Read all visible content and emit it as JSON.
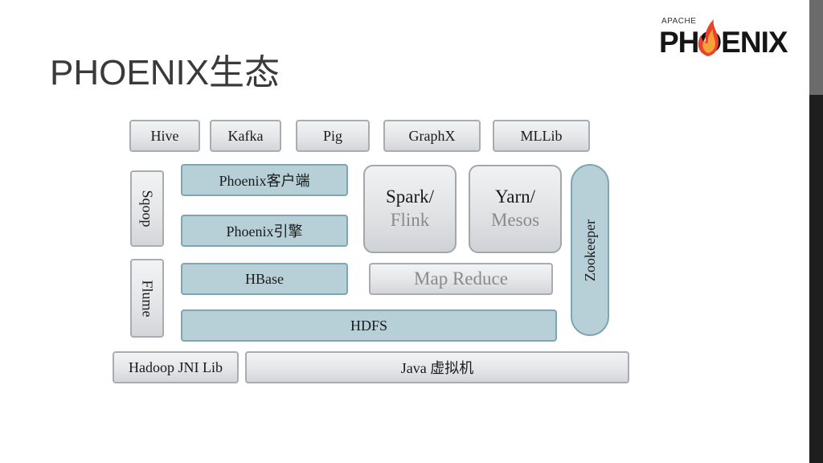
{
  "slide": {
    "title": "PHOENIX生态"
  },
  "logo": {
    "apache": "APACHE",
    "word": "PHOENIX"
  },
  "diagram": {
    "top_row": [
      "Hive",
      "Kafka",
      "Pig",
      "GraphX",
      "MLLib"
    ],
    "sqoop": "Sqoop",
    "flume": "Flume",
    "phoenix_client": "Phoenix客户端",
    "phoenix_engine": "Phoenix引擎",
    "hbase": "HBase",
    "hdfs": "HDFS",
    "spark_line1": "Spark/",
    "spark_line2": "Flink",
    "yarn_line1": "Yarn/",
    "yarn_line2": "Mesos",
    "map_reduce": "Map Reduce",
    "zookeeper": "Zookeeper",
    "hadoop_jni": "Hadoop JNI Lib",
    "java_vm": "Java 虚拟机"
  },
  "colors": {
    "accent_blue": "#b7d0d8",
    "box_gray": "#e4e6e8",
    "logo_flame": "#e8432b"
  }
}
